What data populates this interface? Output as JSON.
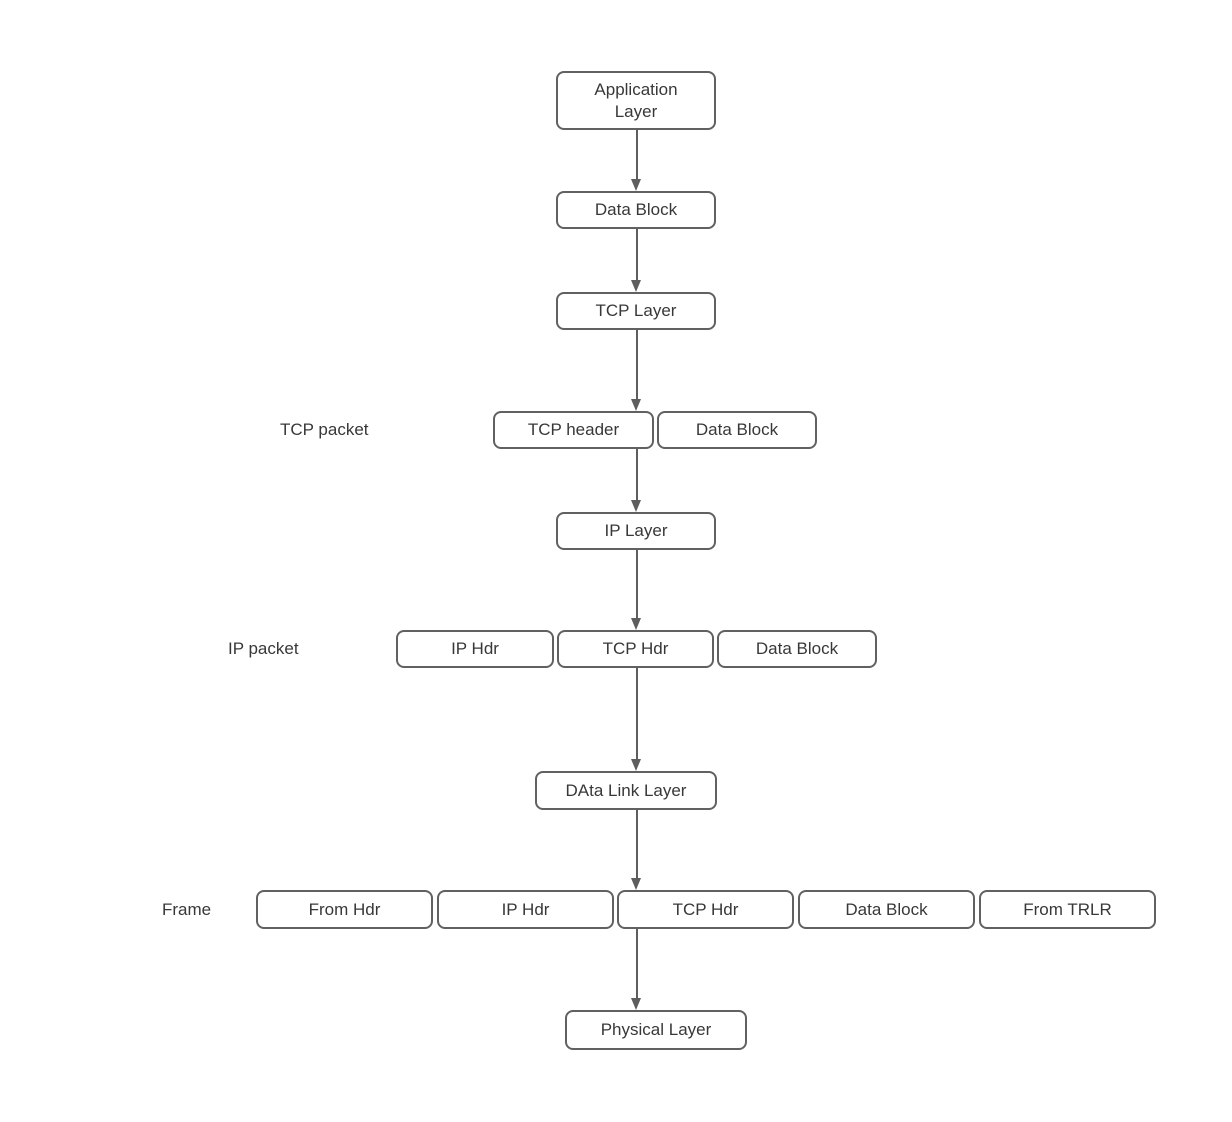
{
  "diagram": {
    "type": "flowchart",
    "subject": "TCP/IP data encapsulation through protocol layers",
    "background_color": "#ffffff",
    "colors": {
      "box_border": "#616161",
      "box_fill": "#ffffff",
      "text": "#383838",
      "arrow": "#5e5e5e"
    },
    "nodes": {
      "application_layer": "Application\nLayer",
      "data_block_1": "Data Block",
      "tcp_layer": "TCP Layer",
      "tcp_header": "TCP header",
      "data_block_2": "Data Block",
      "ip_layer": "IP Layer",
      "ip_hdr_1": "IP Hdr",
      "tcp_hdr_1": "TCP Hdr",
      "data_block_3": "Data Block",
      "data_link_layer": "DAta Link Layer",
      "from_hdr": "From Hdr",
      "ip_hdr_2": "IP Hdr",
      "tcp_hdr_2": "TCP Hdr",
      "data_block_4": "Data Block",
      "from_trlr": "From TRLR",
      "physical_layer": "Physical Layer"
    },
    "captions": {
      "tcp_packet": "TCP packet",
      "ip_packet": "IP packet",
      "frame": "Frame"
    },
    "edges": [
      "application_layer -> data_block_1",
      "data_block_1 -> tcp_layer",
      "tcp_layer -> tcp_packet_row",
      "tcp_packet_row -> ip_layer",
      "ip_layer -> ip_packet_row",
      "ip_packet_row -> data_link_layer",
      "data_link_layer -> frame_row",
      "frame_row -> physical_layer"
    ]
  }
}
